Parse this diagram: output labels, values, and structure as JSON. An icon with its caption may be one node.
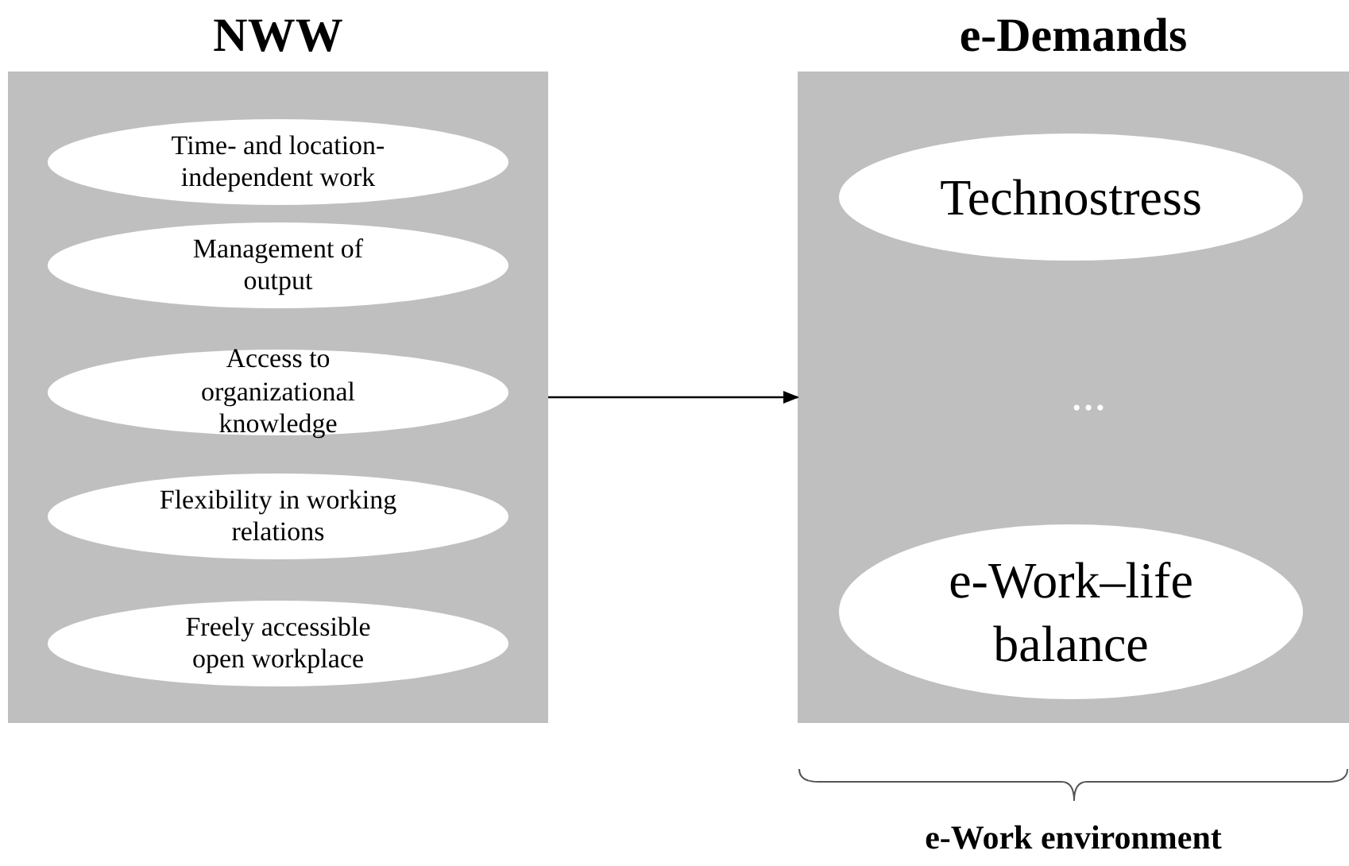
{
  "diagram": {
    "nodes": [
      {
        "text": [
          "NWW"
        ]
      },
      {
        "text": [
          "Time- and location-independent work"
        ],
        "in": 0
      },
      {
        "text": [
          "Management of output"
        ],
        "in": 0
      },
      {
        "text": [
          "Access to organizational knowledge"
        ],
        "in": 0
      },
      {
        "text": [
          "Flexibility in working relations"
        ],
        "in": 0
      },
      {
        "text": [
          "Freely accessible open workplace"
        ],
        "in": 0
      },
      {
        "text": [
          "e-Demands"
        ]
      },
      {
        "text": [
          "Technostress"
        ],
        "in": 6
      },
      {
        "text": [
          "e-Work–life balance"
        ],
        "in": 6
      }
    ],
    "edges": [
      {
        "from": 0,
        "to": 6,
        "arrow": "to"
      }
    ],
    "labels": [
      "…",
      "e-Work environment"
    ]
  }
}
